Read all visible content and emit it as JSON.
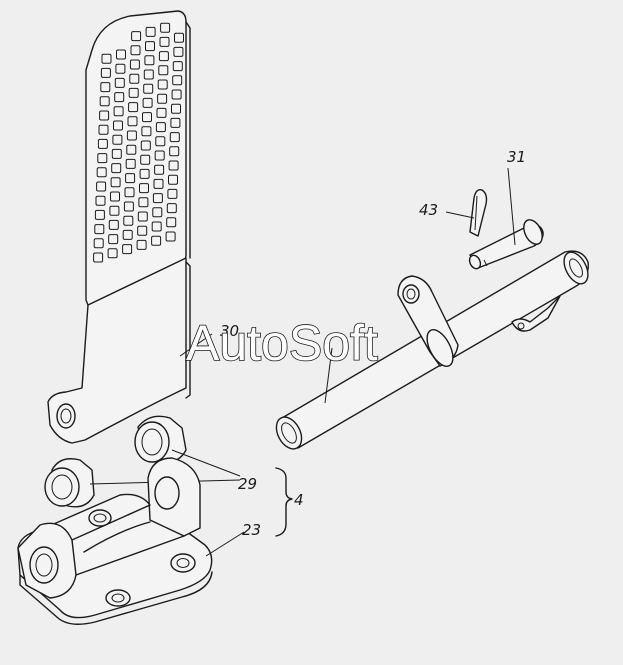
{
  "callouts": {
    "pedal": "30",
    "pin": "31",
    "cotter_pin": "43",
    "bushings": "29",
    "bracket": "23",
    "assembly": "4"
  },
  "watermark": "AutoSoft"
}
